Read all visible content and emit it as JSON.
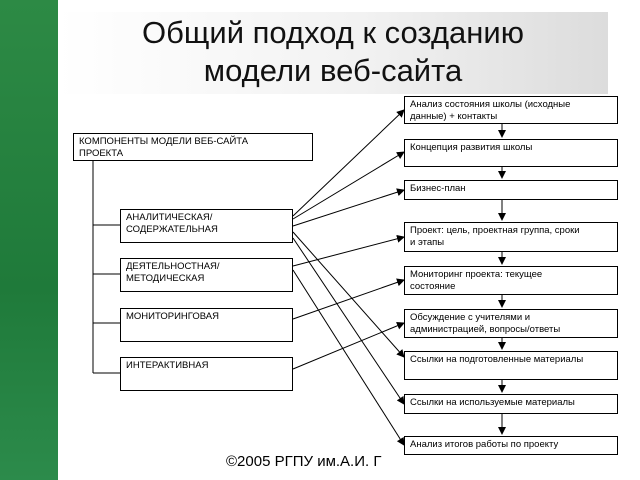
{
  "title_line1": "Общий подход к созданию",
  "title_line2": "модели веб-сайта",
  "root_box": "КОМПОНЕНТЫ МОДЕЛИ ВЕБ-САЙТА\nПРОЕКТА",
  "components": [
    "АНАЛИТИЧЕСКАЯ/\nСОДЕРЖАТЕЛЬНАЯ",
    "ДЕЯТЕЛЬНОСТНАЯ/\nМЕТОДИЧЕСКАЯ",
    "МОНИТОРИНГОВАЯ",
    "ИНТЕРАКТИВНАЯ"
  ],
  "steps": [
    "Анализ состояния школы (исходные\nданные) + контакты",
    "Концепция развития школы",
    "Бизнес-план",
    "Проект: цель, проектная группа, сроки\nи этапы",
    "Мониторинг проекта: текущее\nсостояние",
    "Обсуждение с учителями и\nадминистрацией, вопросы/ответы",
    "Ссылки на подготовленные материалы",
    "Ссылки на используемые материалы",
    "Анализ итогов работы по проекту"
  ],
  "footer": "©2005 РГПУ им.А.И. Г",
  "colors": {
    "sidebar": "#2d8a45",
    "line": "#000000"
  }
}
